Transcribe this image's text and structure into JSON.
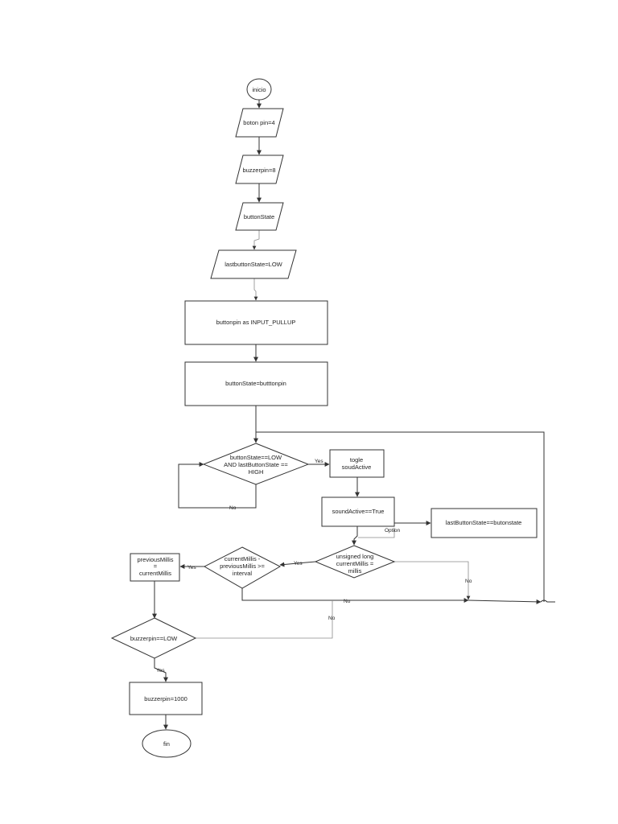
{
  "flowchart": {
    "nodes": {
      "inicio": "inicio",
      "boton_pin": "boton pin=4",
      "buzzerpin": "buzzerpin=8",
      "buttonstate": "buttonState",
      "lastbuttonstate": "lastbuttonState=LOW",
      "pinmode": "buttonpin as INPUT_PULLUP",
      "read": "buttonState=butttonpin",
      "decision_button": [
        "buttonState==LOW",
        "AND lastButtonState ==",
        "HIGH"
      ],
      "toggle": [
        "togle",
        "soudActive"
      ],
      "sound_active": "soundActive==True",
      "last_update": "lastButtonState==butonstate",
      "millis": [
        "unsigned long",
        "currentMillis =",
        "millis"
      ],
      "interval_check": [
        "currentMillis -",
        "previousMillis >=",
        "interval"
      ],
      "prev_millis": [
        "previousMillis",
        "=",
        "currentMillis"
      ],
      "buzzer_low": "buzzerpin==LOW",
      "buzzer_1000": "buzzerpin=1000",
      "fin": "fin"
    },
    "edge_labels": {
      "yes_toggle": "Yes",
      "no_loop": "No",
      "option": "Option",
      "yes_interval": "Yes",
      "yes_prev": "Yes",
      "no_right": "No",
      "no_bottom": "No",
      "no_buzzer": "No",
      "yes_buzzer": "Yes"
    }
  }
}
